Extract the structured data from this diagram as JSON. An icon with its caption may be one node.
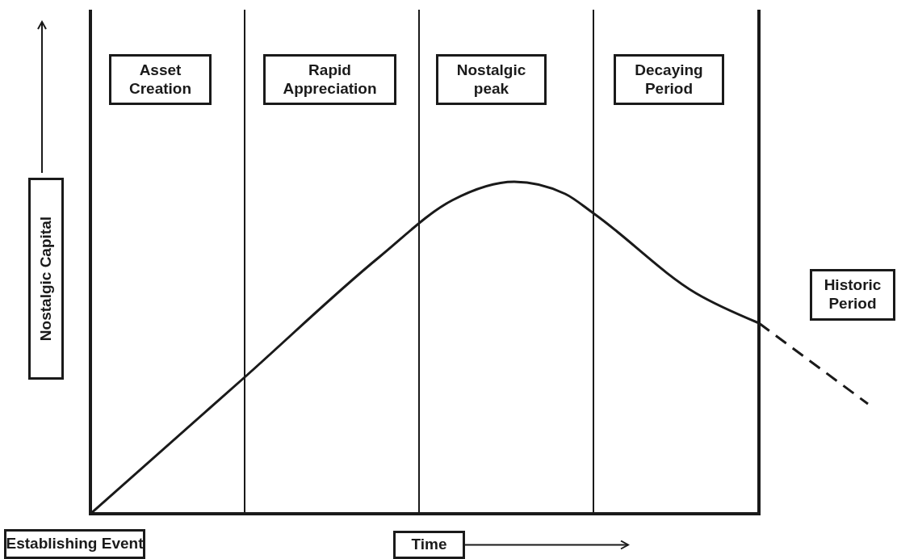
{
  "diagram": {
    "nodes": [
      {
        "text": [
          "Asset Creation"
        ]
      },
      {
        "text": [
          "Rapid Appreciation"
        ]
      },
      {
        "text": [
          "Nostalgic peak"
        ]
      },
      {
        "text": [
          "Decaying Period"
        ]
      },
      {
        "text": [
          "Historic Period"
        ]
      },
      {
        "text": [
          "Nostalgic Capital"
        ]
      },
      {
        "text": [
          "Establishing Event"
        ]
      },
      {
        "text": [
          "Time"
        ]
      }
    ],
    "edges": [
      {
        "from": 5,
        "to": null,
        "arrow": "to"
      },
      {
        "from": 7,
        "to": null,
        "arrow": "to"
      }
    ]
  }
}
